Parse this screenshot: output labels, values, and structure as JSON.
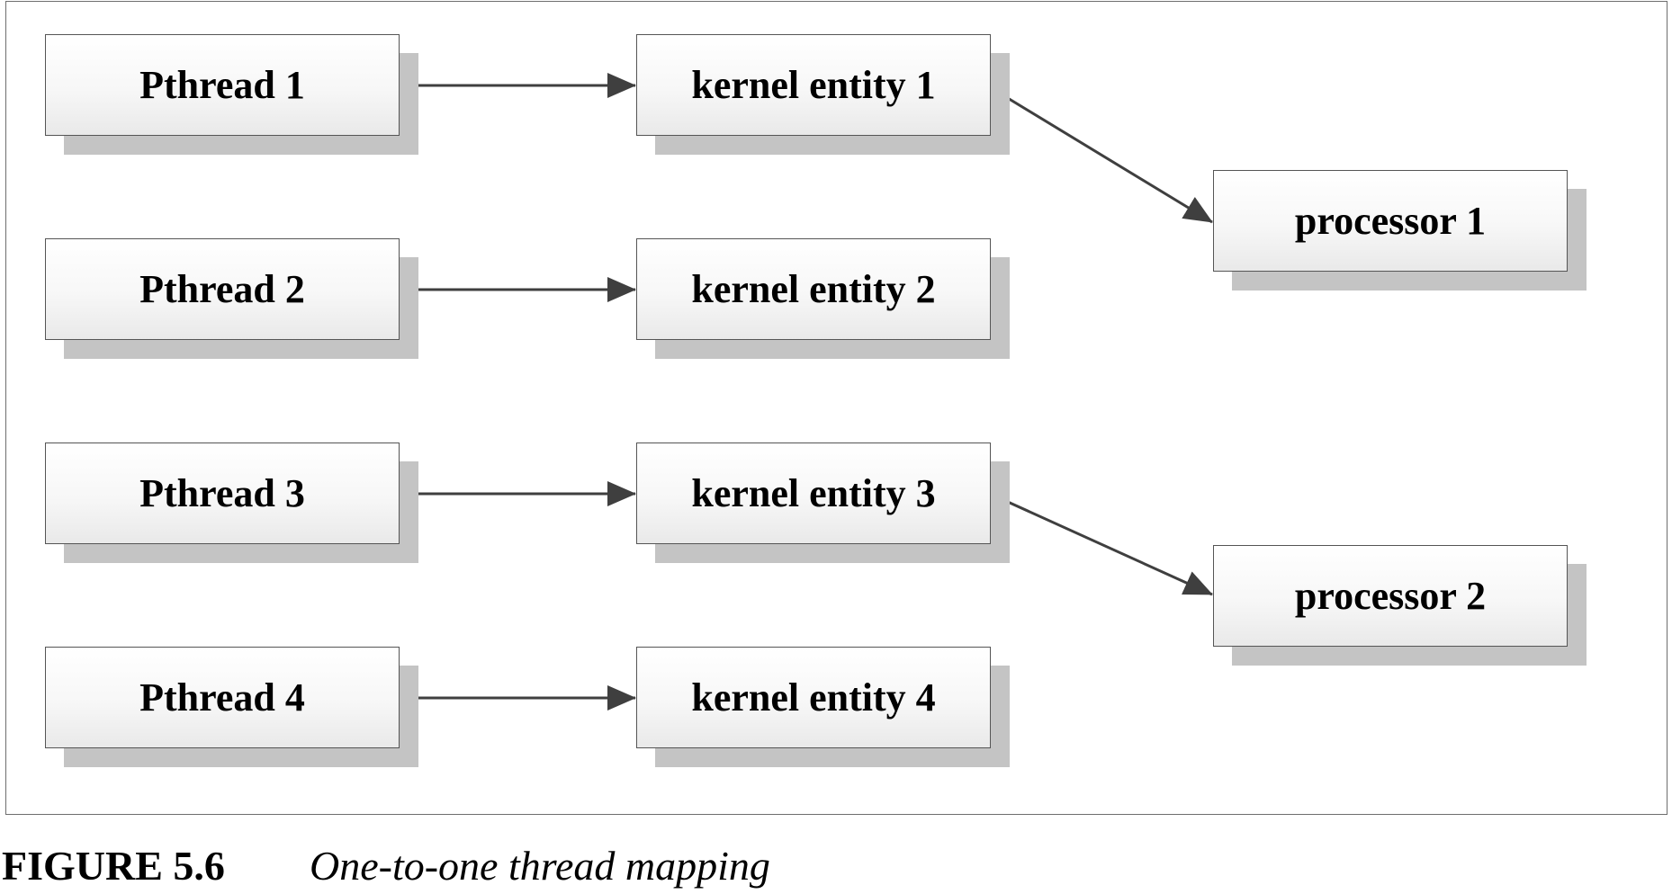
{
  "threads": [
    {
      "label": "Pthread 1"
    },
    {
      "label": "Pthread 2"
    },
    {
      "label": "Pthread 3"
    },
    {
      "label": "Pthread 4"
    }
  ],
  "kernel_entities": [
    {
      "label": "kernel entity 1"
    },
    {
      "label": "kernel entity 2"
    },
    {
      "label": "kernel entity 3"
    },
    {
      "label": "kernel entity 4"
    }
  ],
  "processors": [
    {
      "label": "processor 1"
    },
    {
      "label": "processor 2"
    }
  ],
  "edges": [
    {
      "from": "Pthread 1",
      "to": "kernel entity 1"
    },
    {
      "from": "Pthread 2",
      "to": "kernel entity 2"
    },
    {
      "from": "Pthread 3",
      "to": "kernel entity 3"
    },
    {
      "from": "Pthread 4",
      "to": "kernel entity 4"
    },
    {
      "from": "kernel entity 1",
      "to": "processor 1"
    },
    {
      "from": "kernel entity 3",
      "to": "processor 2"
    }
  ],
  "caption": {
    "number": "FIGURE 5.6",
    "title": "One-to-one thread mapping"
  },
  "colors": {
    "arrow": "#3f3f3f",
    "box_border": "#555555",
    "box_shadow": "#c4c4c4",
    "frame": "#6e6e6e"
  }
}
